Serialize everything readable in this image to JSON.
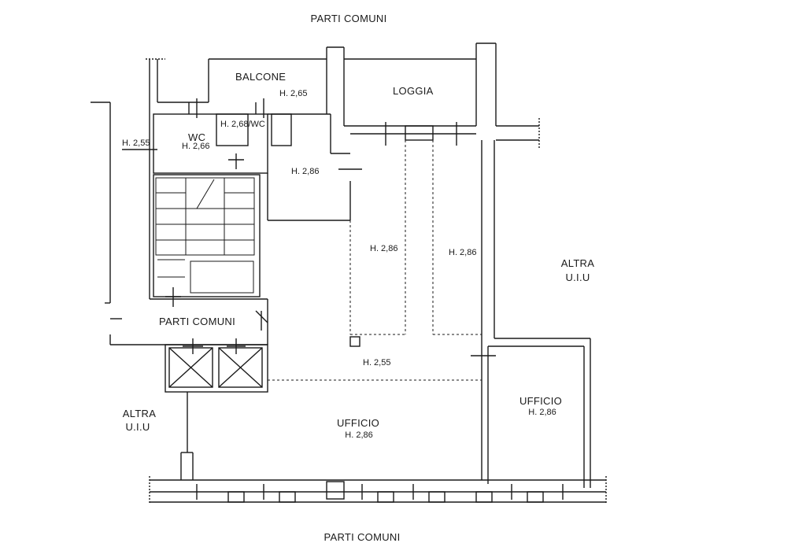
{
  "rooms": {
    "top_common": "PARTI COMUNI",
    "balcone": "BALCONE",
    "loggia": "LOGGIA",
    "wc1": "WC",
    "wc1_height": "H. 2,66",
    "wc2": "H. 2,68/WC",
    "balcone_height": "H. 2,65",
    "left_height": "H. 2,55",
    "corridor_height": "H. 2,86",
    "mid_left_height": "H. 2,86",
    "mid_right_height": "H. 2,86",
    "right_unit_line1": "ALTRA",
    "right_unit_line2": "U.I.U",
    "parti_comuni": "PARTI COMUNI",
    "lower_height": "H. 2,55",
    "ufficio_right": "UFFICIO",
    "ufficio_right_height": "H. 2,86",
    "left_unit_line1": "ALTRA",
    "left_unit_line2": "U.I.U",
    "ufficio_main": "UFFICIO",
    "ufficio_main_height": "H. 2,86",
    "bottom_common": "PARTI COMUNI"
  }
}
